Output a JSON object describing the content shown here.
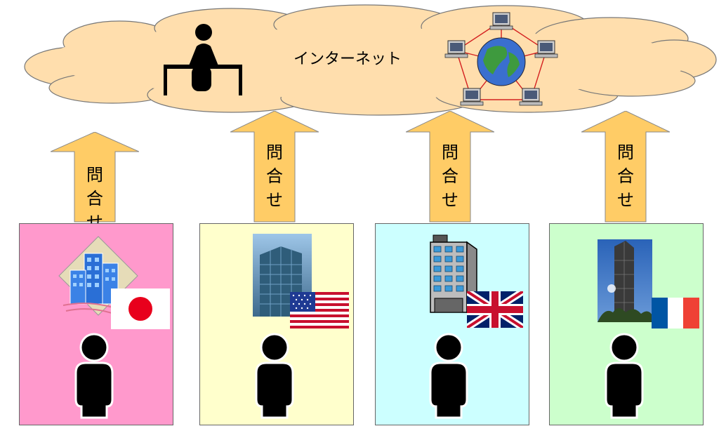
{
  "cloud": {
    "label": "インターネット",
    "color": "#FFDEAD"
  },
  "arrows": [
    {
      "chars": [
        "問",
        "合",
        "せ"
      ]
    },
    {
      "chars": [
        "問",
        "合",
        "せ"
      ]
    },
    {
      "chars": [
        "問",
        "合",
        "せ"
      ]
    },
    {
      "chars": [
        "問",
        "合",
        "せ"
      ]
    }
  ],
  "arrow_color": "#FFCC66",
  "panels": [
    {
      "name": "japan",
      "color": "#FF99CC",
      "flag": "japan-flag-icon",
      "building": "office-building-icon"
    },
    {
      "name": "usa",
      "color": "#FFFFCC",
      "flag": "usa-flag-icon",
      "building": "glass-tower-photo"
    },
    {
      "name": "uk",
      "color": "#CCFFFF",
      "flag": "uk-flag-icon",
      "building": "highrise-icon"
    },
    {
      "name": "france",
      "color": "#CCFFCC",
      "flag": "france-flag-icon",
      "building": "skyscraper-photo"
    }
  ]
}
